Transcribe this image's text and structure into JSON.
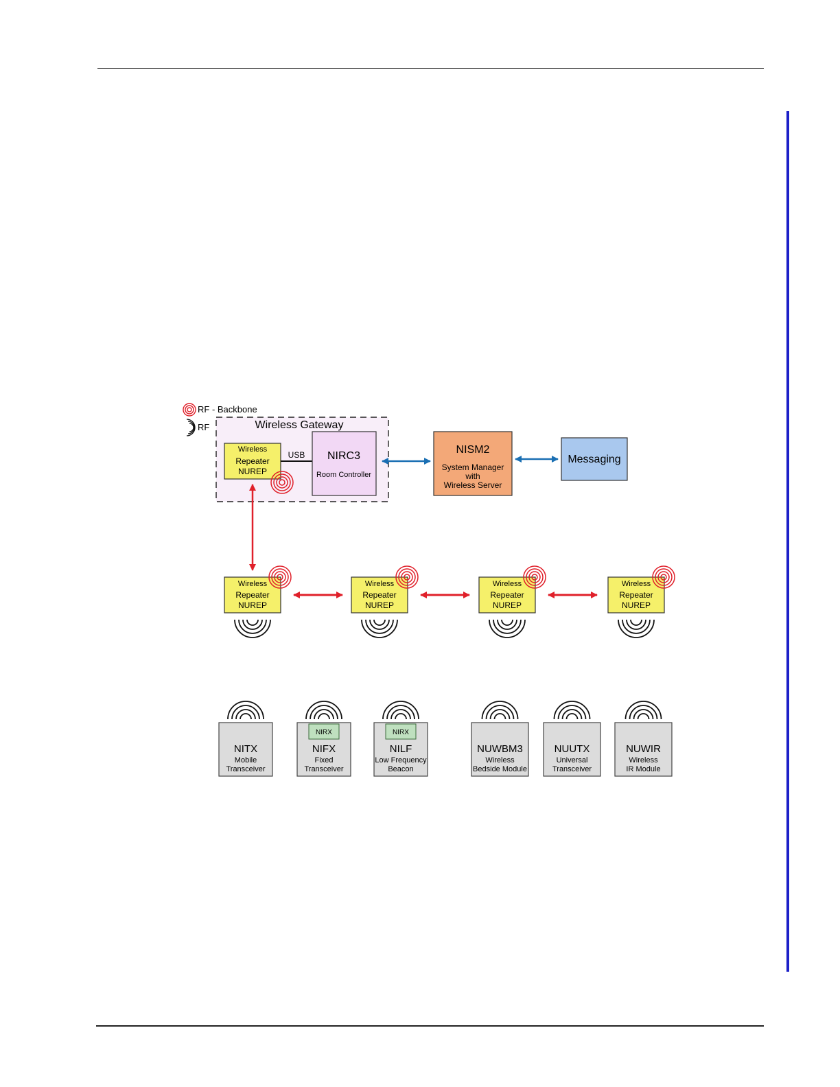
{
  "legend": {
    "backbone_label": "RF - Backbone",
    "rf_label": "RF"
  },
  "gateway": {
    "title": "Wireless Gateway",
    "usb_label": "USB",
    "repeater": {
      "line1": "Wireless",
      "line2": "Repeater",
      "line3": "NUREP"
    },
    "controller": {
      "name": "NIRC3",
      "desc": "Room Controller"
    }
  },
  "manager": {
    "name": "NISM2",
    "line1": "System Manager",
    "line2": "with",
    "line3": "Wireless Server"
  },
  "messaging": {
    "label": "Messaging"
  },
  "repeaters": [
    {
      "line1": "Wireless",
      "line2": "Repeater",
      "line3": "NUREP"
    },
    {
      "line1": "Wireless",
      "line2": "Repeater",
      "line3": "NUREP"
    },
    {
      "line1": "Wireless",
      "line2": "Repeater",
      "line3": "NUREP"
    },
    {
      "line1": "Wireless",
      "line2": "Repeater",
      "line3": "NUREP"
    }
  ],
  "devices": [
    {
      "name": "NITX",
      "line1": "Mobile",
      "line2": "Transceiver"
    },
    {
      "name": "NIFX",
      "line1": "Fixed",
      "line2": "Transceiver",
      "module": "NIRX"
    },
    {
      "name": "NILF",
      "line1": "Low Frequency",
      "line2": "Beacon",
      "module": "NIRX"
    },
    {
      "name": "NUWBM3",
      "line1": "Wireless",
      "line2": "Bedside Module"
    },
    {
      "name": "NUUTX",
      "line1": "Universal",
      "line2": "Transceiver"
    },
    {
      "name": "NUWIR",
      "line1": "Wireless",
      "line2": "IR Module"
    }
  ],
  "colors": {
    "repeater_fill": "#f5f06a",
    "controller_fill": "#f2d8f5",
    "gateway_fill": "#f8eef9",
    "manager_fill": "#f3a878",
    "messaging_fill": "#a9c8ee",
    "device_fill": "#dcdcdc",
    "module_fill": "#bfe0bf",
    "rf_backbone": "#e0202a",
    "blue_link": "#1a6fb3",
    "red_link": "#e0202a",
    "side_bar": "#1c20c8"
  }
}
